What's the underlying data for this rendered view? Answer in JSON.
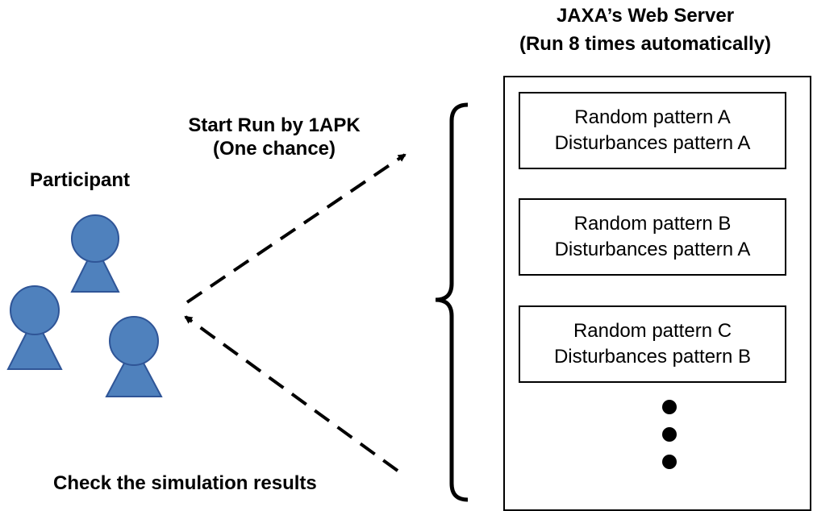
{
  "participant": {
    "title": "Participant"
  },
  "start_arrow": {
    "line1": "Start Run by 1APK",
    "line2": "(One chance)"
  },
  "return_arrow": {
    "label": "Check the simulation results"
  },
  "server": {
    "title_line1": "JAXA’s Web Server",
    "title_line2": "(Run 8 times automatically)",
    "patterns": [
      {
        "random": "Random pattern A",
        "disturbance": "Disturbances pattern A"
      },
      {
        "random": "Random pattern B",
        "disturbance": "Disturbances pattern A"
      },
      {
        "random": "Random pattern C",
        "disturbance": "Disturbances pattern B"
      }
    ]
  },
  "colors": {
    "person_fill": "#4f81bd",
    "person_stroke": "#2f5597",
    "line": "#000000"
  }
}
